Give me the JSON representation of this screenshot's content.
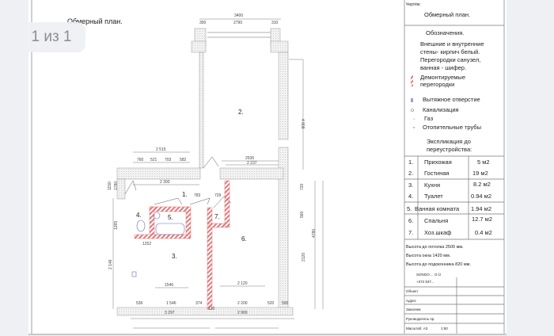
{
  "viewer": {
    "page_indicator": "1 из 1"
  },
  "plan": {
    "title": "Обмерный план.",
    "rooms": [
      "1.",
      "2.",
      "3.",
      "4.",
      "5.",
      "6.",
      "7."
    ],
    "dims": {
      "top_total": "3400",
      "top_a": "300",
      "top_b": "2790",
      "top_c": "310",
      "right_upper": "4 808",
      "d2515": "2 515",
      "d760": "760",
      "d521": "521",
      "d703": "703",
      "d582": "582",
      "d2300": "2 300",
      "d2536": "2536",
      "d2237": "2 237",
      "d783": "783",
      "d729": "729",
      "d1252": "1252",
      "d1546": "1546",
      "d2120": "2 120",
      "b536": "536",
      "b1546": "1 546",
      "b374": "374",
      "b120": "120",
      "b2200": "2 200",
      "b520": "520",
      "b500": "500",
      "b3297": "3 297",
      "b2969": "2 969",
      "l1150": "1150",
      "l1780": "1780",
      "l1265": "1265",
      "l2146": "2 146",
      "r720": "720",
      "r560": "560",
      "r4780": "4780",
      "r2120": "2120"
    }
  },
  "titleblock": {
    "drawing_label": "Чертёж:",
    "drawing_name": "Обмерный план.",
    "legend_title": "Обозначения.",
    "legend_text": [
      "Внешние и внутренние",
      "стены- кирпич белый.",
      "Перегородки санузел,",
      "ванная - шифер."
    ],
    "legend_items": [
      {
        "label": [
          "Демонтируемые",
          "перегородки"
        ]
      },
      {
        "label": [
          "Вытяжное отверстие"
        ]
      },
      {
        "label": [
          "Канализация"
        ]
      },
      {
        "label": [
          "Газ"
        ]
      },
      {
        "label": [
          "Отопительные трубы"
        ]
      }
    ],
    "explication_title": [
      "Экспликация до",
      "переустройства:"
    ],
    "rooms": [
      {
        "n": "1.",
        "name": "Прихожая",
        "area": "5 м2"
      },
      {
        "n": "2.",
        "name": "Гостиная",
        "area": "19  м2"
      },
      {
        "n": "3.",
        "name": "Кухня",
        "area": "8.2 м2"
      },
      {
        "n": "4.",
        "name": "Туалет",
        "area": "0.94 м2"
      },
      {
        "n": "5.",
        "name": "Ванная комната",
        "area": "1.94 м2"
      },
      {
        "n": "6.",
        "name": "Спальня",
        "area": "12.7 м2"
      },
      {
        "n": "7.",
        "name": "Хоз.шкаф",
        "area": "0.4 м2"
      }
    ],
    "notes": [
      "Высота до потолка 2500 мм.",
      "Высота окна 1420 мм.",
      "Высота до подоконника 820 мм."
    ],
    "stamp": {
      "company": "SONGO ... O.Ü",
      "phone": "+372 537...",
      "object": "Объект",
      "address": "Адрес",
      "customer": "Заказчик",
      "manager": "Руководитель пр.",
      "scale": "Масштаб: А3",
      "scale_val": "1:50"
    }
  },
  "colors": {
    "partition": "#e07a7a",
    "wall": "#e8e8e8"
  }
}
